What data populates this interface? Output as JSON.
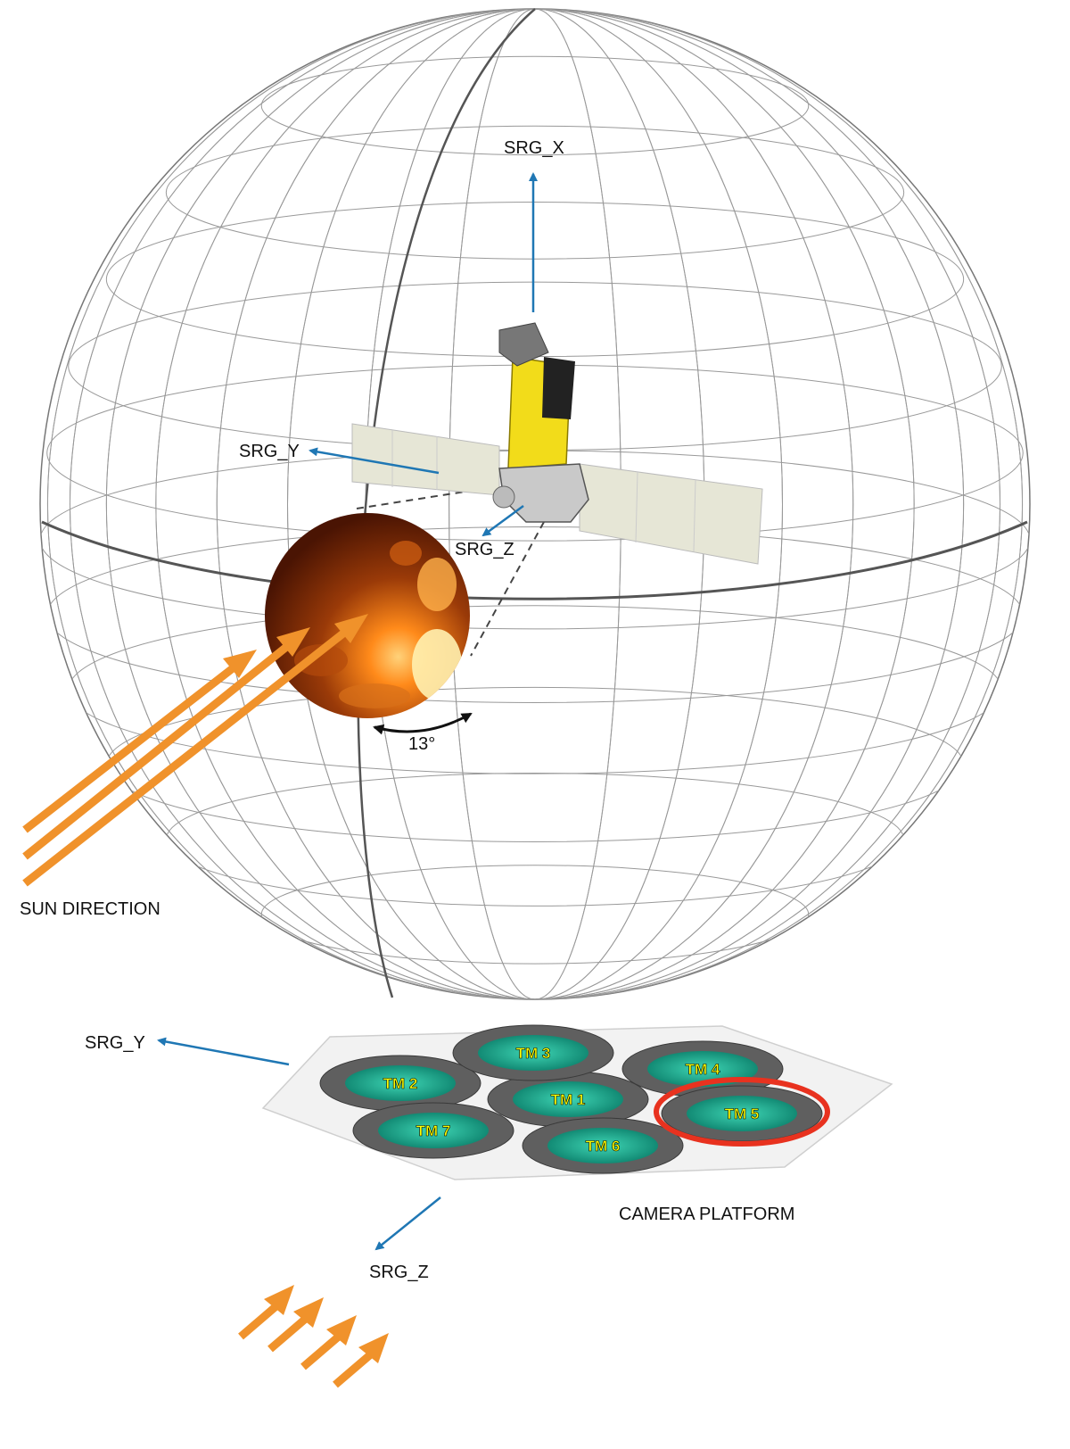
{
  "labels": {
    "srg_x_top": "SRG_X",
    "srg_y_top": "SRG_Y",
    "srg_z_top": "SRG_Z",
    "angle": "13°",
    "sun_direction": "SUN DIRECTION",
    "srg_y_bottom": "SRG_Y",
    "srg_z_bottom": "SRG_Z",
    "camera_platform": "CAMERA PLATFORM"
  },
  "telescope_modules": [
    "TM 1",
    "TM 2",
    "TM 3",
    "TM 4",
    "TM 5",
    "TM 6",
    "TM 7"
  ],
  "highlighted_module": "TM 5",
  "colors": {
    "axis_arrow": "#1f77b4",
    "sun_arrow": "#f0922b",
    "highlight_ring": "#e8321f",
    "module_disk": "#1fa88f",
    "solar_panel": "#e6e6d6",
    "spacecraft_body": "#f2dc1a",
    "sun_image_dark": "#5a1a05",
    "sun_image_bright": "#ff9a2a"
  }
}
